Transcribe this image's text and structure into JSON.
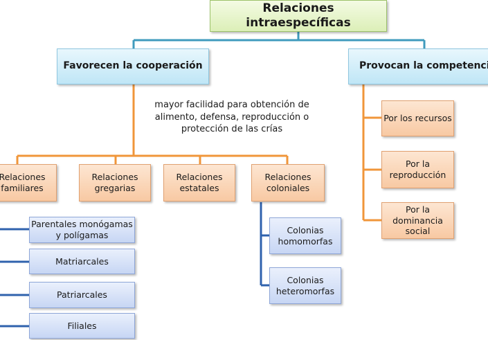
{
  "diagram": {
    "root": "Relaciones intraespecíficas",
    "cooperation": {
      "label": "Favorecen la cooperación",
      "note": "mayor facilidad para obtención de alimento, defensa, reproducción o protección de las crías",
      "types": {
        "familiares": "Relaciones familiares",
        "gregarias": "Relaciones gregarias",
        "estatales": "Relaciones estatales",
        "coloniales": "Relaciones coloniales"
      },
      "familiares_children": [
        "Parentales monógamas y polígamas",
        "Matriarcales",
        "Patriarcales",
        "Filiales"
      ],
      "coloniales_children": [
        "Colonias homomorfas",
        "Colonias heteromorfas"
      ]
    },
    "competition": {
      "label": "Provocan la competencia",
      "types": [
        "Por los recursos",
        "Por la reproducción",
        "Por la dominancia social"
      ]
    }
  },
  "colors": {
    "teal_connector": "#3f9bbd",
    "orange_connector": "#f0963a",
    "blue_connector": "#2f62ad"
  }
}
